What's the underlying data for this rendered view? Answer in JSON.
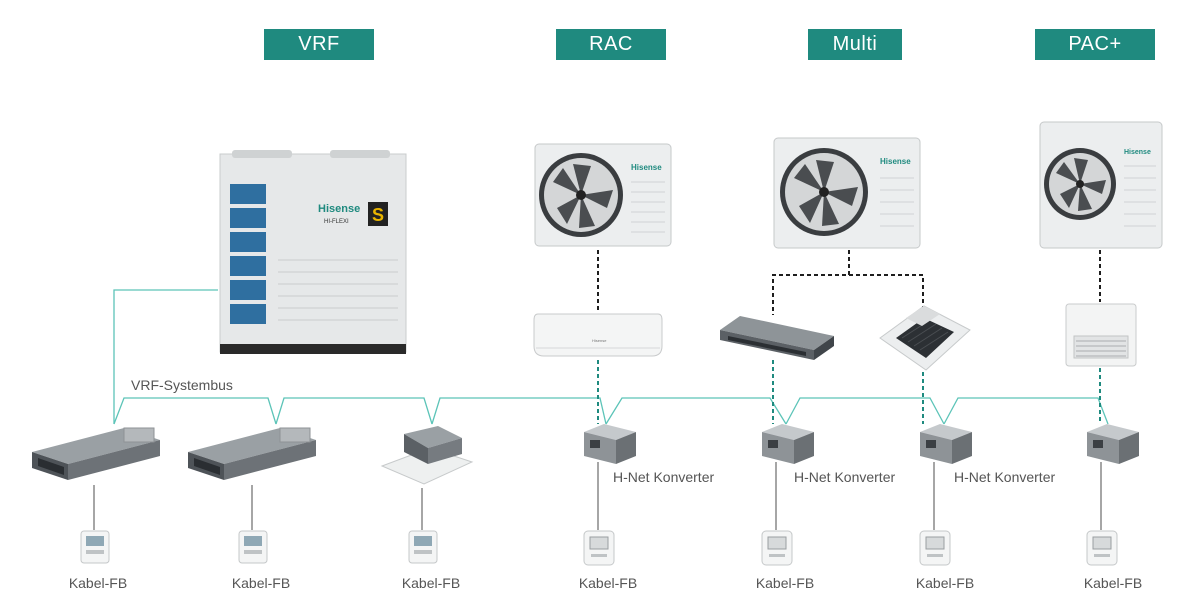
{
  "categories": [
    "VRF",
    "RAC",
    "Multi",
    "PAC+"
  ],
  "colors": {
    "teal": "#1f8a7f",
    "bus": "#5cc4b8",
    "dashed": "#1e1e1e",
    "label": "#555555"
  },
  "brand": {
    "name": "Hisense",
    "product": "HI-FLEXI",
    "badge": "S"
  },
  "bus_label": "VRF-Systembus",
  "converter_label": "H-Net Konverter",
  "remote_label": "Kabel-FB",
  "remote_labels": [
    "Kabel-FB",
    "Kabel-FB",
    "Kabel-FB",
    "Kabel-FB",
    "Kabel-FB",
    "Kabel-FB",
    "Kabel-FB"
  ],
  "converter_labels": [
    "H-Net Konverter",
    "H-Net Konverter",
    "H-Net Konverter"
  ]
}
